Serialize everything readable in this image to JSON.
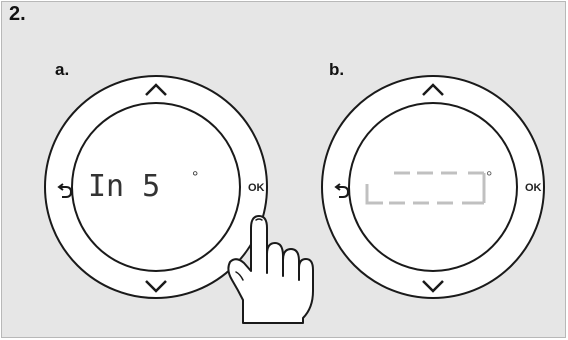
{
  "step_number": "2.",
  "panels": [
    {
      "label": "a.",
      "display_text": "In 5",
      "degree_symbol": "°",
      "ok_label": "OK",
      "display_color": "#333333"
    },
    {
      "label": "b.",
      "display_text": "- - -",
      "degree_symbol": "°",
      "ok_label": "OK",
      "display_color": "#c0c0c0"
    }
  ],
  "icons": {
    "up": "chevron-up-icon",
    "down": "chevron-down-icon",
    "back": "back-arrow-icon",
    "hand": "pointing-hand-icon"
  },
  "colors": {
    "background": "#e6e6e6",
    "ring": "#ffffff",
    "outline": "#1a1a1a"
  }
}
